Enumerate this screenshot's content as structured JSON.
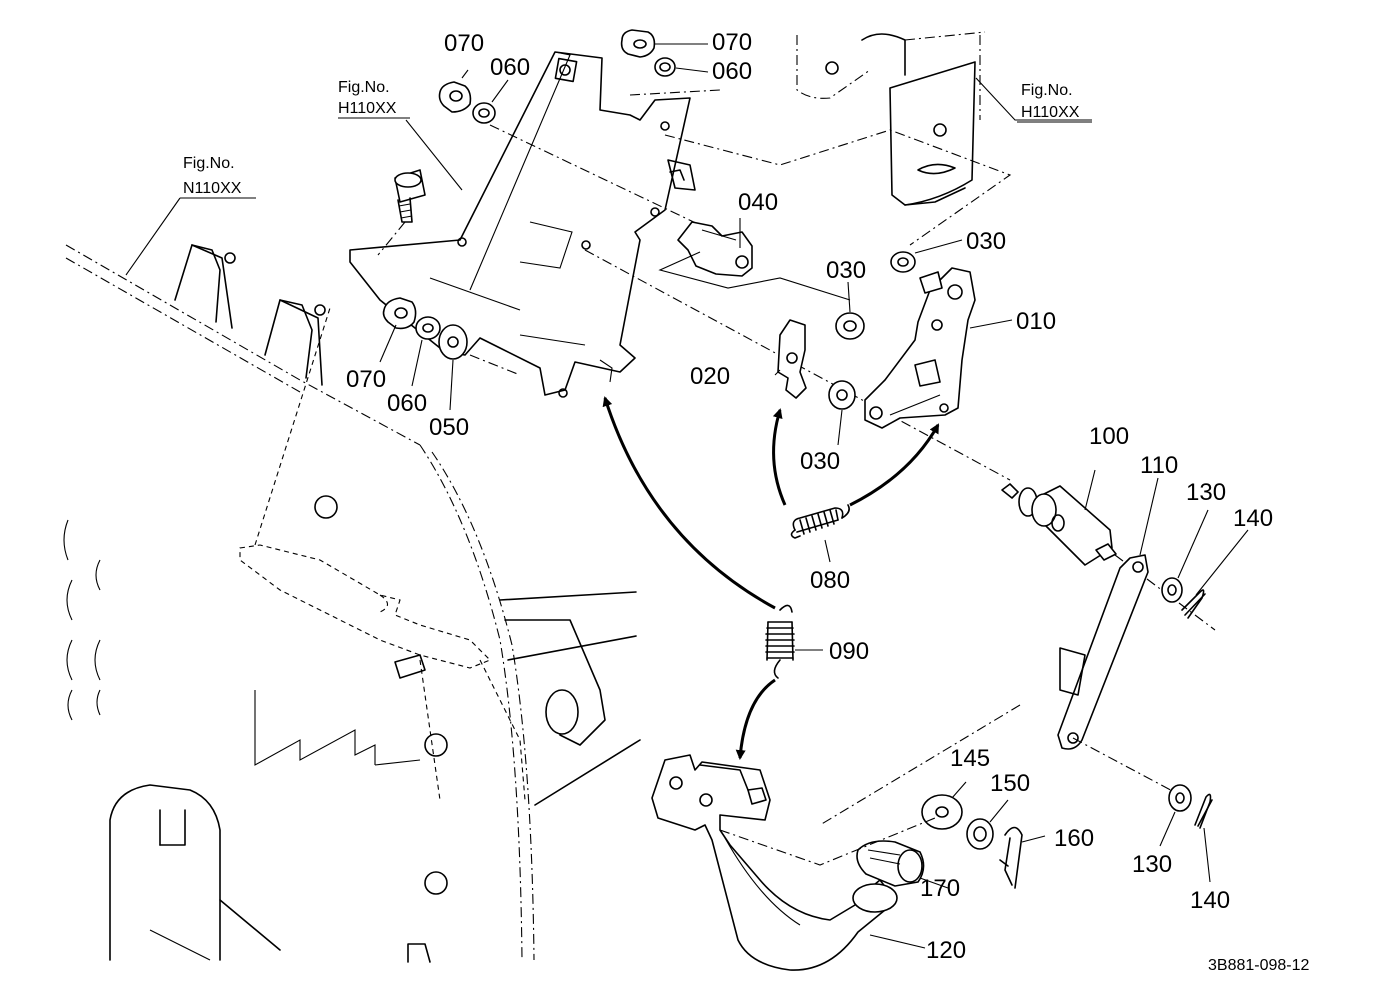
{
  "callouts": {
    "c010": "010",
    "c020": "020",
    "c030a": "030",
    "c030b": "030",
    "c030c": "030",
    "c040": "040",
    "c050": "050",
    "c060a": "060",
    "c060b": "060",
    "c060c": "060",
    "c070a": "070",
    "c070b": "070",
    "c070c": "070",
    "c080": "080",
    "c090": "090",
    "c100": "100",
    "c110": "110",
    "c120": "120",
    "c130a": "130",
    "c130b": "130",
    "c140a": "140",
    "c140b": "140",
    "c145": "145",
    "c150": "150",
    "c160": "160",
    "c170": "170"
  },
  "figure_refs": {
    "fig_label": "Fig.No.",
    "h110_left": "H110XX",
    "h110_right": "H110XX",
    "n110": "N110XX"
  },
  "drawing_code": "3B881-098-12"
}
